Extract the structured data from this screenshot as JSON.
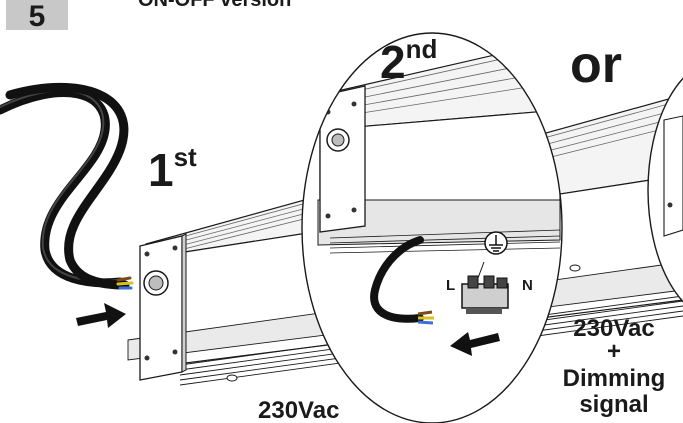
{
  "step_badge": {
    "number": "5",
    "color": "#c8c8c8"
  },
  "version_title": "ON-OFF version",
  "labels": {
    "first": {
      "main": "1",
      "sup": "st"
    },
    "second": {
      "main": "2",
      "sup": "nd"
    },
    "or": "or",
    "terminal_l": "L",
    "terminal_n": "N",
    "supply_left": "230Vac",
    "supply_right_line1": "230Vac",
    "supply_right_line2": "+",
    "supply_right_line3": "Dimming",
    "supply_right_line4": "signal"
  },
  "icons": [
    "ground-symbol-icon",
    "push-arrow-icon",
    "connector-icon"
  ],
  "colors": {
    "ink": "#1a1a1a",
    "profile": "#f2f2f2",
    "cable": "#111111",
    "wire_blue": "#3a6fd8",
    "wire_yellow": "#d9c21a",
    "wire_brown": "#7a4a1c"
  }
}
